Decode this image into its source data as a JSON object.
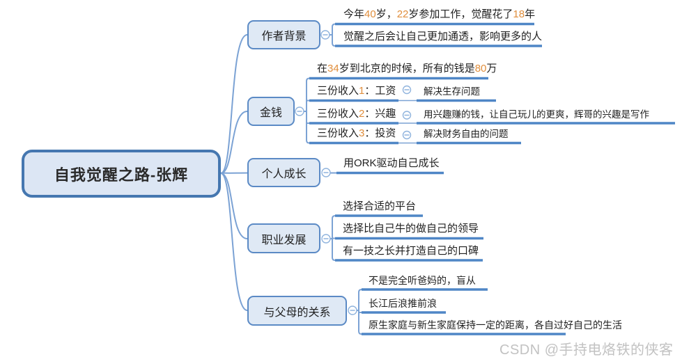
{
  "root": {
    "label": "自我觉醒之路-张辉"
  },
  "branches": [
    {
      "label": "作者背景",
      "children": [
        {
          "text": "今年40岁，22岁参加工作，觉醒花了18年"
        },
        {
          "text": "觉醒之后会让自己更加通透，影响更多的人"
        }
      ]
    },
    {
      "label": "金钱",
      "children": [
        {
          "text": "在34岁到北京的时候，所有的钱是80万"
        },
        {
          "text": "三份收入1：工资",
          "child": "解决生存问题"
        },
        {
          "text": "三份收入2：兴趣",
          "child": "用兴趣赚的钱，让自己玩儿的更爽，辉哥的兴趣是写作"
        },
        {
          "text": "三份收入3：投资",
          "child": "解决财务自由的问题"
        }
      ]
    },
    {
      "label": "个人成长",
      "children": [
        {
          "text": "用ORK驱动自己成长"
        }
      ]
    },
    {
      "label": "职业发展",
      "children": [
        {
          "text": "选择合适的平台"
        },
        {
          "text": "选择比自己牛的做自己的领导"
        },
        {
          "text": "有一技之长并打造自己的口碑"
        }
      ]
    },
    {
      "label": "与父母的关系",
      "children": [
        {
          "text": "不是完全听爸妈的，盲从"
        },
        {
          "text": "长江后浪推前浪"
        },
        {
          "text": "原生家庭与新生家庭保持一定的距离，各自过好自己的生活"
        }
      ]
    }
  ],
  "watermark": "CSDN @手持电烙铁的侠客",
  "colors": {
    "branch-line": "#7ba2d4",
    "topic-line": "#4f86c6",
    "node-fill": "#dfe9f5",
    "node-border": "#5b8ac5",
    "root-fill": "#dce6f4",
    "root-border": "#4577b0",
    "collapse-stroke": "#8fb3dd",
    "digit": "#e08e3c",
    "text": "#1f1f1f",
    "watermark": "#c2c2c2"
  }
}
